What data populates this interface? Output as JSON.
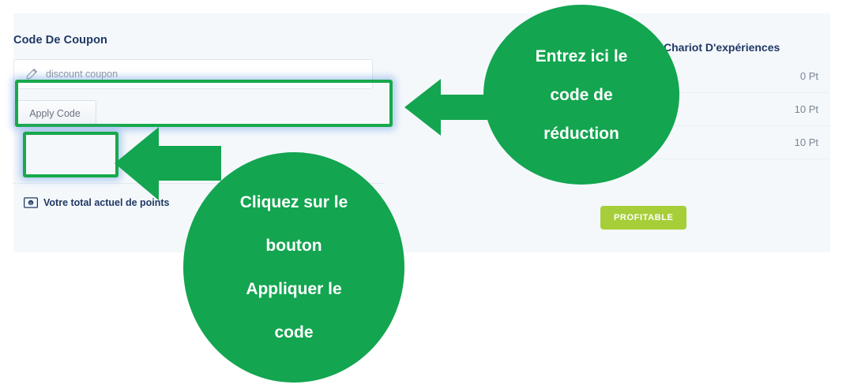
{
  "panel": {
    "coupon": {
      "heading": "Code De Coupon",
      "input_placeholder": "discount coupon",
      "input_value": "",
      "pencil_icon": "pencil-icon",
      "apply_button_label": "Apply Code"
    },
    "points_total": {
      "icon": "money-icon",
      "label": "Votre total actuel de points"
    },
    "experience_cart": {
      "title": "Chariot D'expériences",
      "rows": [
        {
          "points": "0 Pt"
        },
        {
          "points": "10 Pt"
        },
        {
          "points": "10 Pt"
        }
      ],
      "badge_label": "PROFITABLE"
    }
  },
  "annotations": {
    "callout_coupon": {
      "lines": [
        "Entrez ici le",
        "code de",
        "réduction"
      ]
    },
    "callout_apply": {
      "lines": [
        "Cliquez sur le",
        "bouton",
        "Appliquer le",
        "code"
      ]
    },
    "arrow_to_input": "left-arrow-icon",
    "arrow_to_button": "left-arrow-icon"
  },
  "colors": {
    "annotation_green": "#13a550",
    "highlight_green": "#17a94a",
    "panel_background": "#f4f8fb",
    "badge_green": "#a6ce39",
    "heading_navy": "#1f3864"
  }
}
